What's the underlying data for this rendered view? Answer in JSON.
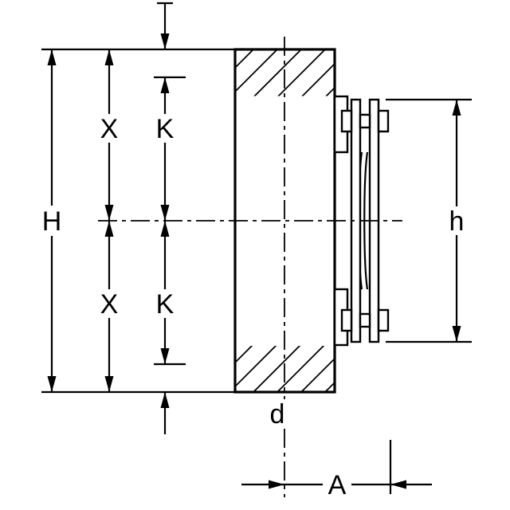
{
  "drawing": {
    "background_color": "#ffffff",
    "line_color": "#000000",
    "dimension_labels": {
      "overall_height": "H",
      "upper_half": "X",
      "lower_half": "X",
      "upper_k": "K",
      "lower_k": "K",
      "flange_height": "h",
      "pipe_axis": "d",
      "axis_to_flange": "A"
    }
  }
}
